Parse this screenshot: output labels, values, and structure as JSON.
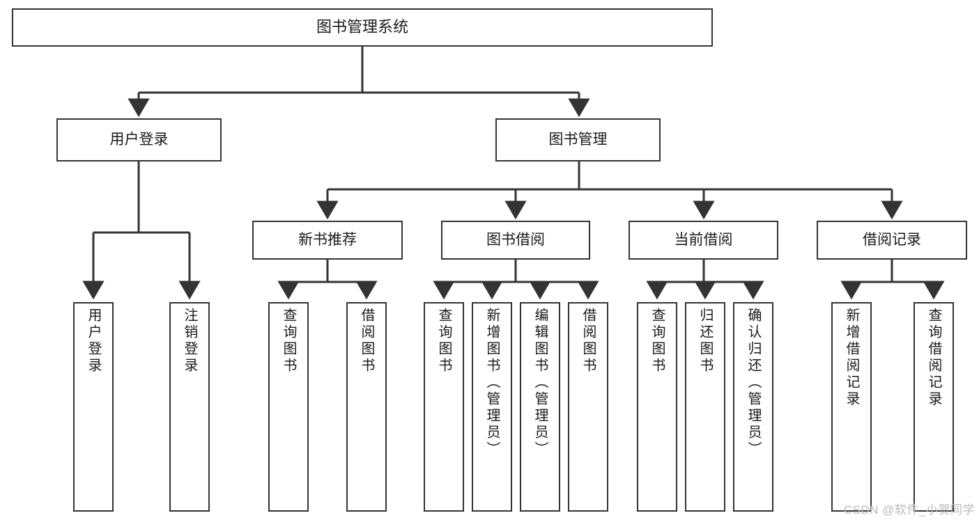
{
  "diagram": {
    "title": "图书管理系统",
    "type": "tree-hierarchy",
    "root": {
      "label": "图书管理系统"
    },
    "level2": [
      {
        "label": "用户登录"
      },
      {
        "label": "图书管理"
      }
    ],
    "level3": [
      {
        "label": "新书推荐"
      },
      {
        "label": "图书借阅"
      },
      {
        "label": "当前借阅"
      },
      {
        "label": "借阅记录"
      }
    ],
    "leaves": {
      "user_login": [
        {
          "label": "用户登录"
        },
        {
          "label": "注销登录"
        }
      ],
      "new_book_recommend": [
        {
          "label": "查询图书"
        },
        {
          "label": "借阅图书"
        }
      ],
      "book_borrow": [
        {
          "label": "查询图书"
        },
        {
          "label": "新增图书（管理员）"
        },
        {
          "label": "编辑图书（管理员）"
        },
        {
          "label": "借阅图书"
        }
      ],
      "current_borrow": [
        {
          "label": "查询图书"
        },
        {
          "label": "归还图书"
        },
        {
          "label": "确认归还（管理员）"
        }
      ],
      "borrow_record": [
        {
          "label": "新增借阅记录"
        },
        {
          "label": "查询借阅记录"
        }
      ]
    }
  },
  "watermark": {
    "text": "CSDN @软件_小贺同学"
  },
  "colors": {
    "stroke": "#333333",
    "box_border": "#333333",
    "background": "#ffffff",
    "text": "#1a1a1a",
    "watermark": "#b9b9b9"
  }
}
